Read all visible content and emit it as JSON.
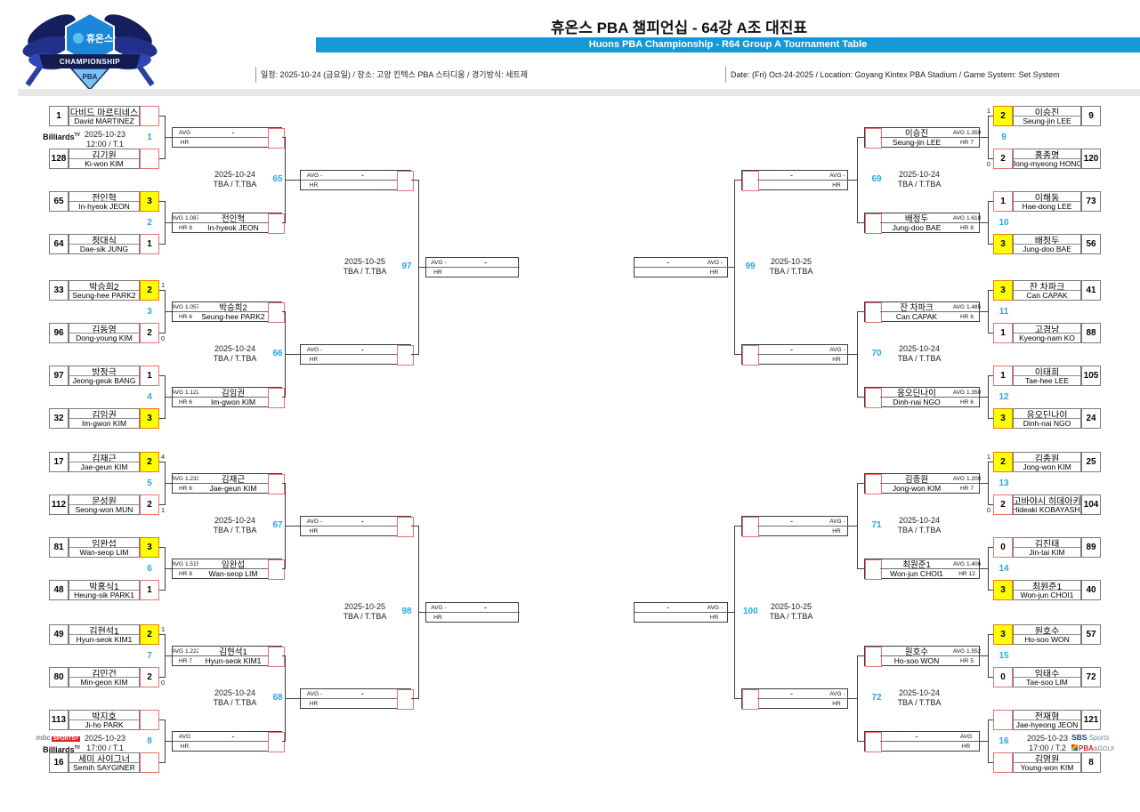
{
  "header": {
    "logo": {
      "brand": "휴온스",
      "championship": "CHAMPIONSHIP",
      "pba": "PBA"
    },
    "title": "휴온스 PBA 챔피언십 - 64강 A조 대진표",
    "subtitle": "Huons PBA Championship - R64 Group A Tournament Table",
    "info_kr": "일정: 2025-10-24 (금요일) / 장소: 고양 킨텍스 PBA 스타디움 / 경기방식: 세트제",
    "info_en": "Date: (Fri) Oct-24-2025 / Location: Goyang Kintex PBA Stadium / Game System: Set System"
  },
  "labels": {
    "avg": "AVG",
    "hr": "HR"
  },
  "colors": {
    "bar_blue": "#1598d4",
    "match_number_blue": "#29a8e0",
    "winner_yellow": "#ffff00",
    "score_border_red": "#e87070",
    "winner_border_orange": "#f07b00"
  },
  "r64": [
    {
      "no": "1",
      "p1": {
        "seed": "1",
        "kr": "다비드 마르티네스",
        "en": "David MARTINEZ",
        "score": "",
        "tb": "",
        "winner": false
      },
      "p2": {
        "seed": "128",
        "kr": "김기원",
        "en": "Ki-won KIM",
        "score": "",
        "tb": "",
        "winner": false
      },
      "schedule": {
        "date": "2025-10-23",
        "time": "12:00 / T.1",
        "broadcasters": [
          "BilliardsTV"
        ]
      },
      "winner": {
        "kr": "-",
        "en": "",
        "avg": "",
        "hr": ""
      }
    },
    {
      "no": "2",
      "p1": {
        "seed": "65",
        "kr": "전인혁",
        "en": "In-hyeok JEON",
        "score": "3",
        "tb": "",
        "winner": true
      },
      "p2": {
        "seed": "64",
        "kr": "정대식",
        "en": "Dae-sik JUNG",
        "score": "1",
        "tb": "",
        "winner": false
      },
      "schedule": null,
      "winner": {
        "kr": "전인혁",
        "en": "In-hyeok JEON",
        "avg": "1.087",
        "hr": "8"
      }
    },
    {
      "no": "3",
      "p1": {
        "seed": "33",
        "kr": "박승희2",
        "en": "Seung-hee PARK2",
        "score": "2",
        "tb": "1",
        "winner": true
      },
      "p2": {
        "seed": "96",
        "kr": "김동영",
        "en": "Dong-young KIM",
        "score": "2",
        "tb": "0",
        "winner": false
      },
      "schedule": null,
      "winner": {
        "kr": "박승희2",
        "en": "Seung-hee PARK2",
        "avg": "1.057",
        "hr": "6"
      }
    },
    {
      "no": "4",
      "p1": {
        "seed": "97",
        "kr": "방정극",
        "en": "Jeong-geuk BANG",
        "score": "1",
        "tb": "",
        "winner": false
      },
      "p2": {
        "seed": "32",
        "kr": "김임권",
        "en": "Im-gwon KIM",
        "score": "3",
        "tb": "",
        "winner": true
      },
      "schedule": null,
      "winner": {
        "kr": "김임권",
        "en": "Im-gwon KIM",
        "avg": "1.122",
        "hr": "6"
      }
    },
    {
      "no": "5",
      "p1": {
        "seed": "17",
        "kr": "김재근",
        "en": "Jae-geun KIM",
        "score": "2",
        "tb": "4",
        "winner": true
      },
      "p2": {
        "seed": "112",
        "kr": "문성원",
        "en": "Seong-won MUN",
        "score": "2",
        "tb": "1",
        "winner": false
      },
      "schedule": null,
      "winner": {
        "kr": "김재근",
        "en": "Jae-geun KIM",
        "avg": "1.233",
        "hr": "6"
      }
    },
    {
      "no": "6",
      "p1": {
        "seed": "81",
        "kr": "임완섭",
        "en": "Wan-seop LIM",
        "score": "3",
        "tb": "",
        "winner": true
      },
      "p2": {
        "seed": "48",
        "kr": "박홍식1",
        "en": "Heung-sik PARK1",
        "score": "1",
        "tb": "",
        "winner": false
      },
      "schedule": null,
      "winner": {
        "kr": "임완섭",
        "en": "Wan-seop LIM",
        "avg": "1.515",
        "hr": "8"
      }
    },
    {
      "no": "7",
      "p1": {
        "seed": "49",
        "kr": "김현석1",
        "en": "Hyun-seok KIM1",
        "score": "2",
        "tb": "1",
        "winner": true
      },
      "p2": {
        "seed": "80",
        "kr": "김민건",
        "en": "Min-geon KIM",
        "score": "2",
        "tb": "0",
        "winner": false
      },
      "schedule": null,
      "winner": {
        "kr": "김현석1",
        "en": "Hyun-seok KIM1",
        "avg": "1.222",
        "hr": "7"
      }
    },
    {
      "no": "8",
      "p1": {
        "seed": "113",
        "kr": "박지호",
        "en": "Ji-ho PARK",
        "score": "",
        "tb": "",
        "winner": false
      },
      "p2": {
        "seed": "16",
        "kr": "세미 사이그너",
        "en": "Semih SAYGINER",
        "score": "",
        "tb": "",
        "winner": false
      },
      "schedule": {
        "date": "2025-10-23",
        "time": "17:00 / T.1",
        "broadcasters": [
          "MBC SPORTS+",
          "BilliardsTV"
        ]
      },
      "winner": {
        "kr": "-",
        "en": "",
        "avg": "",
        "hr": ""
      }
    },
    {
      "no": "9",
      "p1": {
        "seed": "9",
        "kr": "이승진",
        "en": "Seung-jin LEE",
        "score": "2",
        "tb": "1",
        "winner": true
      },
      "p2": {
        "seed": "120",
        "kr": "홍종명",
        "en": "Jong-myeong HONG",
        "score": "2",
        "tb": "0",
        "winner": false
      },
      "schedule": null,
      "winner": {
        "kr": "이승진",
        "en": "Seung-jin LEE",
        "avg": "1.359",
        "hr": "7"
      }
    },
    {
      "no": "10",
      "p1": {
        "seed": "73",
        "kr": "이해동",
        "en": "Hae-dong LEE",
        "score": "1",
        "tb": "",
        "winner": false
      },
      "p2": {
        "seed": "56",
        "kr": "배정두",
        "en": "Jung-doo BAE",
        "score": "3",
        "tb": "",
        "winner": true
      },
      "schedule": null,
      "winner": {
        "kr": "배정두",
        "en": "Jung-doo BAE",
        "avg": "1.618",
        "hr": "8"
      }
    },
    {
      "no": "11",
      "p1": {
        "seed": "41",
        "kr": "잔 차파크",
        "en": "Can CAPAK",
        "score": "3",
        "tb": "",
        "winner": true
      },
      "p2": {
        "seed": "88",
        "kr": "고경남",
        "en": "Kyeong-nam KO",
        "score": "1",
        "tb": "",
        "winner": false
      },
      "schedule": null,
      "winner": {
        "kr": "잔 차파크",
        "en": "Can CAPAK",
        "avg": "1.485",
        "hr": "6"
      }
    },
    {
      "no": "12",
      "p1": {
        "seed": "105",
        "kr": "이태희",
        "en": "Tae-hee LEE",
        "score": "1",
        "tb": "",
        "winner": false
      },
      "p2": {
        "seed": "24",
        "kr": "응오딘나이",
        "en": "Dinh-nai NGO",
        "score": "3",
        "tb": "",
        "winner": true
      },
      "schedule": null,
      "winner": {
        "kr": "응오딘나이",
        "en": "Dinh-nai NGO",
        "avg": "1.350",
        "hr": "6"
      }
    },
    {
      "no": "13",
      "p1": {
        "seed": "25",
        "kr": "김종원",
        "en": "Jong-won KIM",
        "score": "2",
        "tb": "1",
        "winner": true
      },
      "p2": {
        "seed": "104",
        "kr": "고바야시 히데아키",
        "en": "Hideaki KOBAYASHI",
        "score": "2",
        "tb": "0",
        "winner": false
      },
      "schedule": null,
      "winner": {
        "kr": "김종원",
        "en": "Jong-won KIM",
        "avg": "1.200",
        "hr": "7"
      }
    },
    {
      "no": "14",
      "p1": {
        "seed": "89",
        "kr": "김진태",
        "en": "Jin-tai KIM",
        "score": "0",
        "tb": "",
        "winner": false
      },
      "p2": {
        "seed": "40",
        "kr": "최원준1",
        "en": "Won-jun CHOI1",
        "score": "3",
        "tb": "",
        "winner": true
      },
      "schedule": null,
      "winner": {
        "kr": "최원준1",
        "en": "Won-jun CHOI1",
        "avg": "1.406",
        "hr": "12"
      }
    },
    {
      "no": "15",
      "p1": {
        "seed": "57",
        "kr": "원호수",
        "en": "Ho-soo WON",
        "score": "3",
        "tb": "",
        "winner": true
      },
      "p2": {
        "seed": "72",
        "kr": "임태수",
        "en": "Tae-soo LIM",
        "score": "0",
        "tb": "",
        "winner": false
      },
      "schedule": null,
      "winner": {
        "kr": "원호수",
        "en": "Ho-soo WON",
        "avg": "1.552",
        "hr": "5"
      }
    },
    {
      "no": "16",
      "p1": {
        "seed": "121",
        "kr": "전재형",
        "en": "Jae-hyeong JEON",
        "score": "",
        "tb": "",
        "winner": false
      },
      "p2": {
        "seed": "8",
        "kr": "김영원",
        "en": "Young-won KIM",
        "score": "",
        "tb": "",
        "winner": false
      },
      "schedule": {
        "date": "2025-10-23",
        "time": "17:00 / T.2",
        "broadcasters": [
          "SBS Sports",
          "PBA & GOLF"
        ]
      },
      "winner": {
        "kr": "-",
        "en": "",
        "avg": "",
        "hr": ""
      }
    }
  ],
  "r32": [
    {
      "no": "65",
      "date": "2025-10-24",
      "time": "TBA / T.TBA",
      "avg": "-",
      "hr": ""
    },
    {
      "no": "66",
      "date": "2025-10-24",
      "time": "TBA / T.TBA",
      "avg": "-",
      "hr": ""
    },
    {
      "no": "67",
      "date": "2025-10-24",
      "time": "TBA / T.TBA",
      "avg": "-",
      "hr": ""
    },
    {
      "no": "68",
      "date": "2025-10-24",
      "time": "TBA / T.TBA",
      "avg": "-",
      "hr": ""
    },
    {
      "no": "69",
      "date": "2025-10-24",
      "time": "TBA / T.TBA",
      "avg": "-",
      "hr": ""
    },
    {
      "no": "70",
      "date": "2025-10-24",
      "time": "TBA / T.TBA",
      "avg": "-",
      "hr": ""
    },
    {
      "no": "71",
      "date": "2025-10-24",
      "time": "TBA / T.TBA",
      "avg": "-",
      "hr": ""
    },
    {
      "no": "72",
      "date": "2025-10-24",
      "time": "TBA / T.TBA",
      "avg": "-",
      "hr": ""
    }
  ],
  "r16": [
    {
      "no": "97",
      "date": "2025-10-25",
      "time": "TBA / T.TBA",
      "avg": "-",
      "hr": ""
    },
    {
      "no": "98",
      "date": "2025-10-25",
      "time": "TBA / T.TBA",
      "avg": "-",
      "hr": ""
    },
    {
      "no": "99",
      "date": "2025-10-25",
      "time": "TBA / T.TBA",
      "avg": "-",
      "hr": ""
    },
    {
      "no": "100",
      "date": "2025-10-25",
      "time": "TBA / T.TBA",
      "avg": "-",
      "hr": ""
    }
  ]
}
